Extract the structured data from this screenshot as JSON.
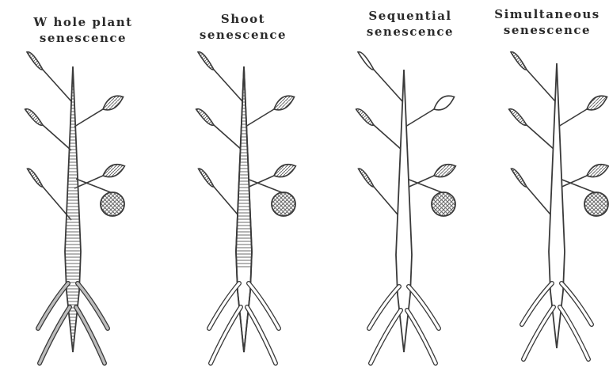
{
  "panels": [
    {
      "title_line1": "W hole plant",
      "title_line2": "senescence",
      "senesced": "whole"
    },
    {
      "title_line1": "Shoot",
      "title_line2": "senescence",
      "senesced": "shoot"
    },
    {
      "title_line1": "Sequential",
      "title_line2": "senescence",
      "senesced": "sequential"
    },
    {
      "title_line1": "Simultaneous",
      "title_line2": "senescence",
      "senesced": "simultaneous"
    }
  ],
  "colors": {
    "ink": "#3a3a3a",
    "paper": "#ffffff",
    "hatch": "#6a6a6a"
  }
}
